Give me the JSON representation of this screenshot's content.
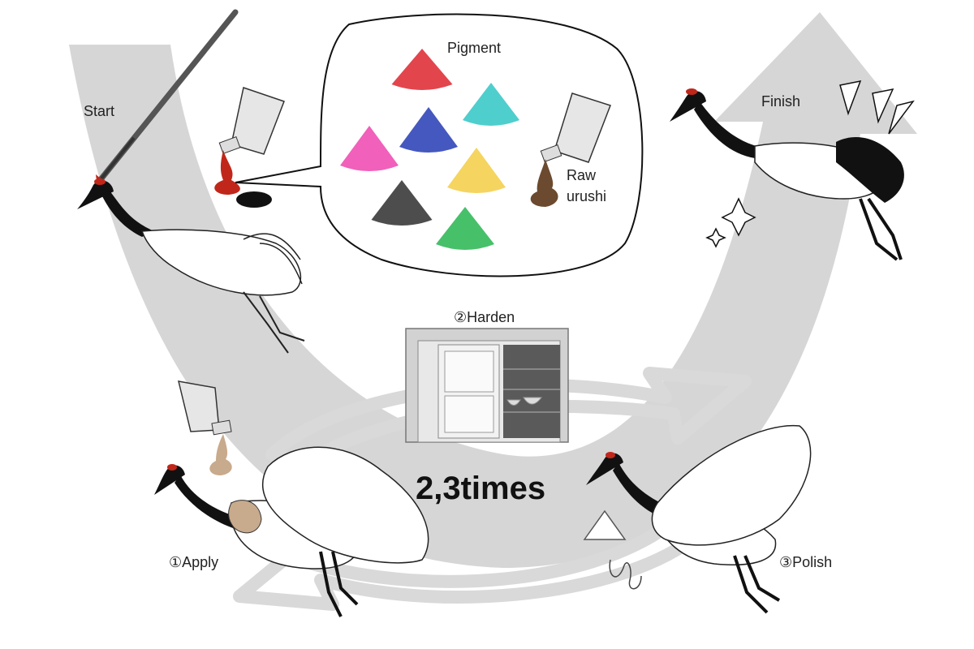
{
  "labels": {
    "start": "Start",
    "finish": "Finish",
    "pigment": "Pigment",
    "raw_urushi_line1": "Raw",
    "raw_urushi_line2": "urushi",
    "harden": "②Harden",
    "repeat": "2,3times",
    "apply": "①Apply",
    "polish": "③Polish"
  },
  "pigment_colors": [
    {
      "name": "red",
      "hex": "#e0313a"
    },
    {
      "name": "cyan",
      "hex": "#3cc9c9"
    },
    {
      "name": "blue",
      "hex": "#3146b8"
    },
    {
      "name": "pink",
      "hex": "#ef4fb4"
    },
    {
      "name": "yellow",
      "hex": "#f4cf4f"
    },
    {
      "name": "black",
      "hex": "#3a3a3a"
    },
    {
      "name": "green",
      "hex": "#33b95a"
    }
  ],
  "colors": {
    "arrow": "#d6d6d6",
    "cycle_arrow": "#d9d9d9",
    "red_drop": "#c0271a",
    "urushi_brown": "#6b4a2f",
    "light_urushi": "#c8aa8c",
    "cabinet": "#c9c9c9",
    "cabinet_inside": "#5a5a5a"
  }
}
